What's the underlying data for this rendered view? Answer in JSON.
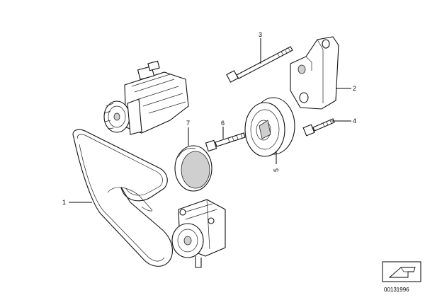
{
  "callouts": [
    {
      "id": "1",
      "label": "1"
    },
    {
      "id": "2",
      "label": "2"
    },
    {
      "id": "3",
      "label": "3"
    },
    {
      "id": "4",
      "label": "4"
    },
    {
      "id": "5",
      "label": "5"
    },
    {
      "id": "6",
      "label": "6"
    },
    {
      "id": "7",
      "label": "7"
    }
  ],
  "document_number": "00131996",
  "parts": [
    {
      "callout": "1",
      "name": "ribbed-v-belt-icon"
    },
    {
      "callout": "2",
      "name": "tensioner-bracket-icon"
    },
    {
      "callout": "3",
      "name": "long-bolt-icon"
    },
    {
      "callout": "4",
      "name": "hex-bolt-icon"
    },
    {
      "callout": "5",
      "name": "tension-pulley-icon"
    },
    {
      "callout": "6",
      "name": "pulley-bolt-icon"
    },
    {
      "callout": "7",
      "name": "pulley-cover-cap-icon"
    }
  ]
}
